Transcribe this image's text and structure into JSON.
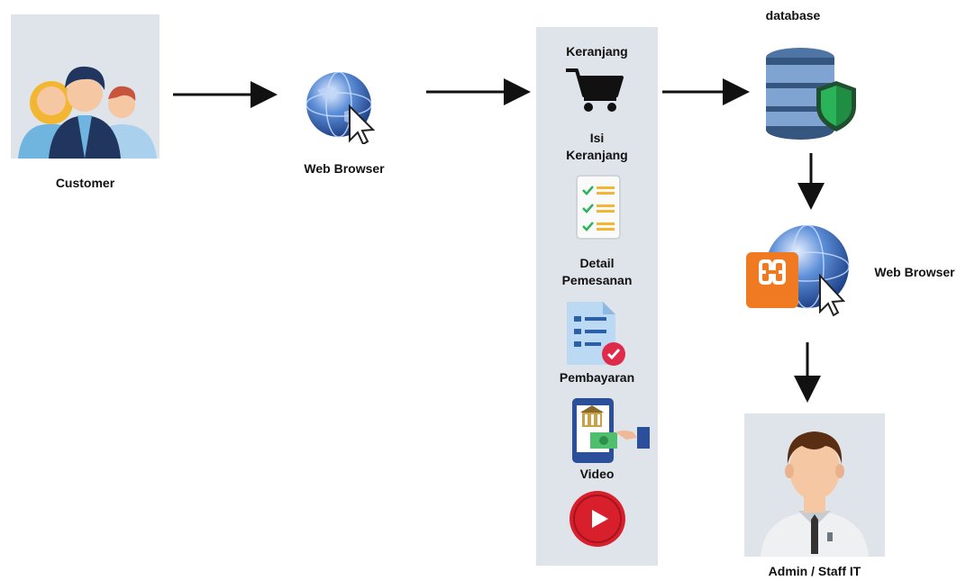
{
  "nodes": {
    "customer": {
      "label": "Customer"
    },
    "browser_client": {
      "label": "Web Browser"
    },
    "database": {
      "label": "database"
    },
    "browser_server": {
      "label": "Web Browser"
    },
    "admin": {
      "label": "Admin / Staff IT"
    }
  },
  "process_panel": {
    "steps": [
      {
        "label": "Keranjang",
        "icon": "shopping-cart-icon"
      },
      {
        "label_line1": "Isi",
        "label_line2": "Keranjang",
        "icon": "checklist-icon"
      },
      {
        "label_line1": "Detail",
        "label_line2": "Pemesanan",
        "icon": "order-document-icon"
      },
      {
        "label": "Pembayaran",
        "icon": "payment-icon"
      },
      {
        "label": "Video",
        "icon": "play-icon"
      }
    ]
  },
  "colors": {
    "panel": "#dfe3ea",
    "globe": "#2f62b0",
    "db": "#35567e",
    "shield": "#2bb35a",
    "xampp": "#ef7a22",
    "play": "#d8202d"
  }
}
